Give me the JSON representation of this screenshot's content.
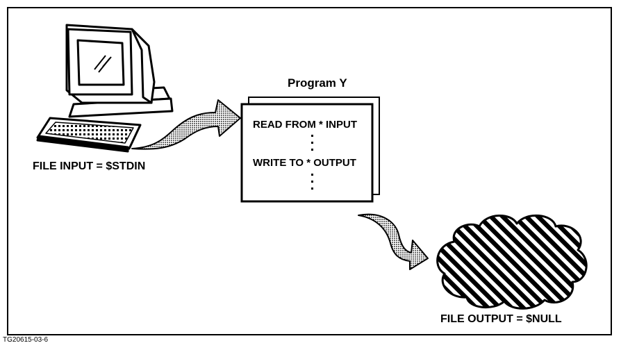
{
  "diagram": {
    "program_title": "Program Y",
    "program_lines": {
      "read": "READ FROM * INPUT",
      "write": "WRITE TO * OUTPUT"
    },
    "input_label": "FILE INPUT = $STDIN",
    "output_label": "FILE OUTPUT = $NULL",
    "figure_code": "TG20615-03-6"
  },
  "icons": [
    "computer-terminal-icon",
    "keyboard-icon",
    "program-document-icon",
    "curved-arrow-icon",
    "cloud-null-device-icon"
  ]
}
